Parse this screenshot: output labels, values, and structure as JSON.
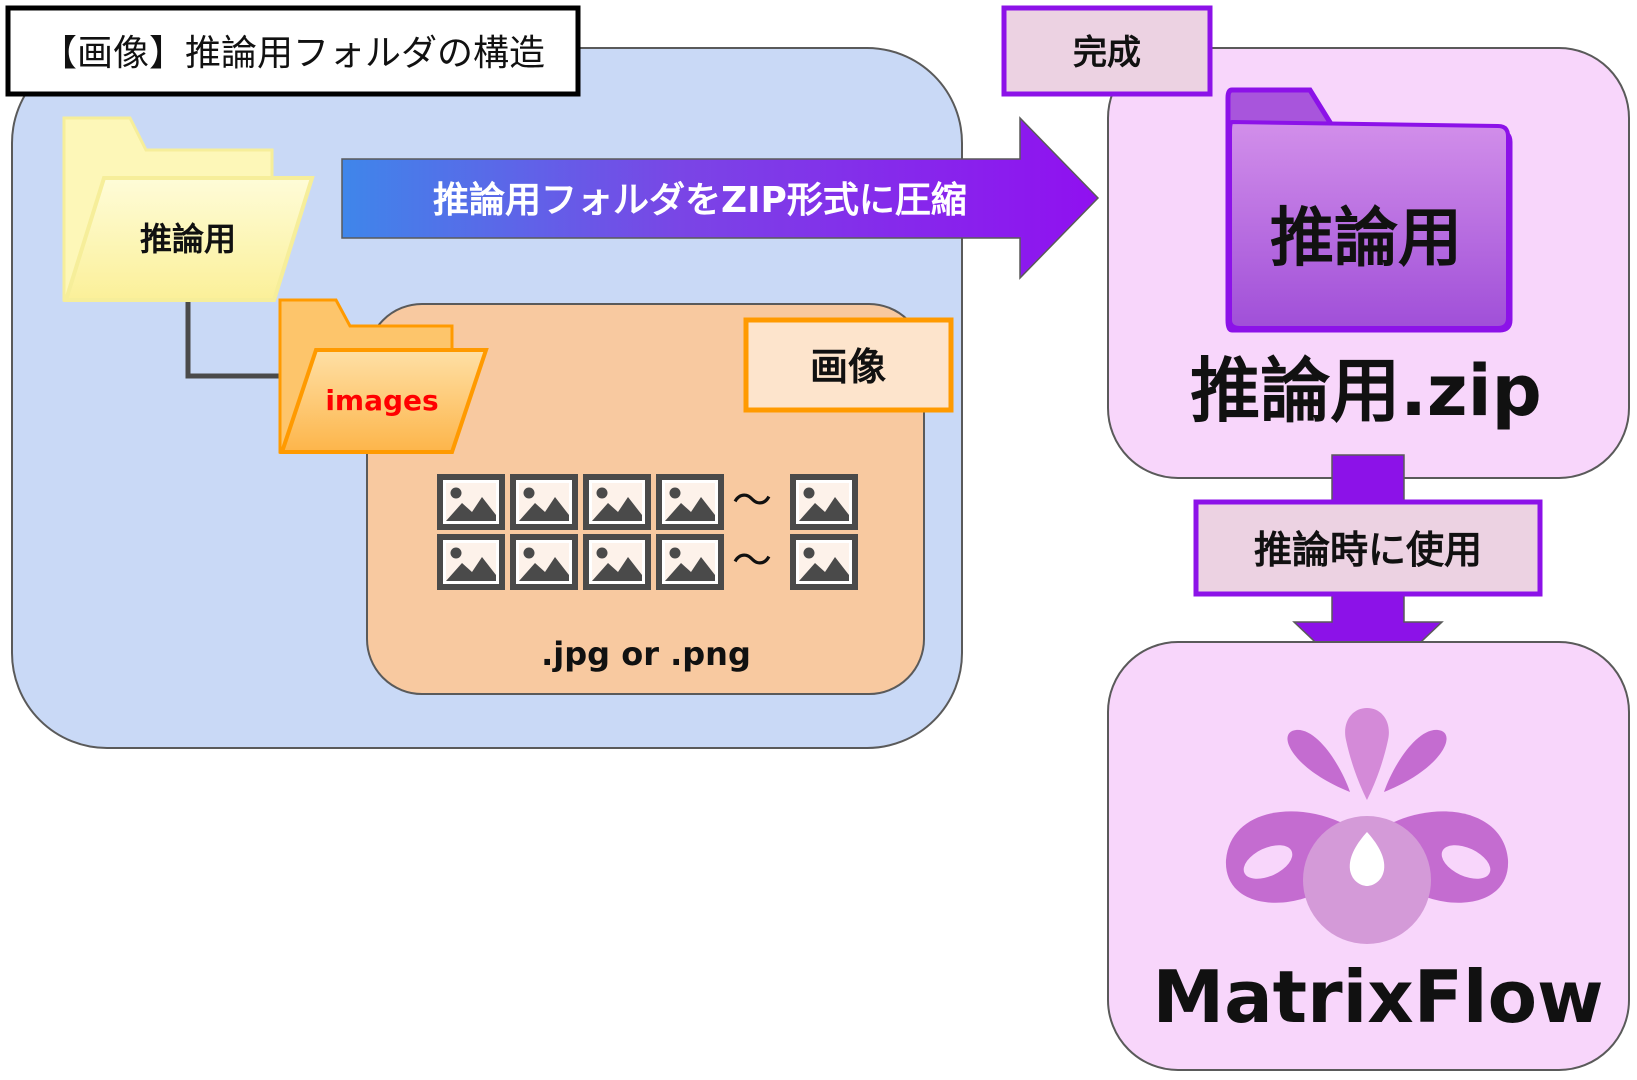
{
  "structure": {
    "title": "【画像】推論用フォルダの構造",
    "root_folder_label": "推論用",
    "sub_folder_label": "images",
    "images_box_label": "画像",
    "image_extension_text": ".jpg or .png",
    "tilde_row1": "～",
    "tilde_row2": "～"
  },
  "compress_arrow": {
    "label": "推論用フォルダをZIP形式に圧縮"
  },
  "result": {
    "tag_label": "完成",
    "zip_folder_label": "推論用",
    "zip_file_name": "推論用.zip"
  },
  "usage_arrow": {
    "label": "推論時に使用"
  },
  "app": {
    "name": "MatrixFlow"
  },
  "colors": {
    "structure_bg": "#c9d9f6",
    "images_box_bg": "#f8c9a0",
    "result_bg": "#f8d6fb",
    "folder_yellow": "#fdf7b8",
    "folder_orange": "#fdc56b",
    "accent_purple": "#8c12e8",
    "label_orange": "#ff9a00",
    "images_text_red": "#ff0000"
  }
}
